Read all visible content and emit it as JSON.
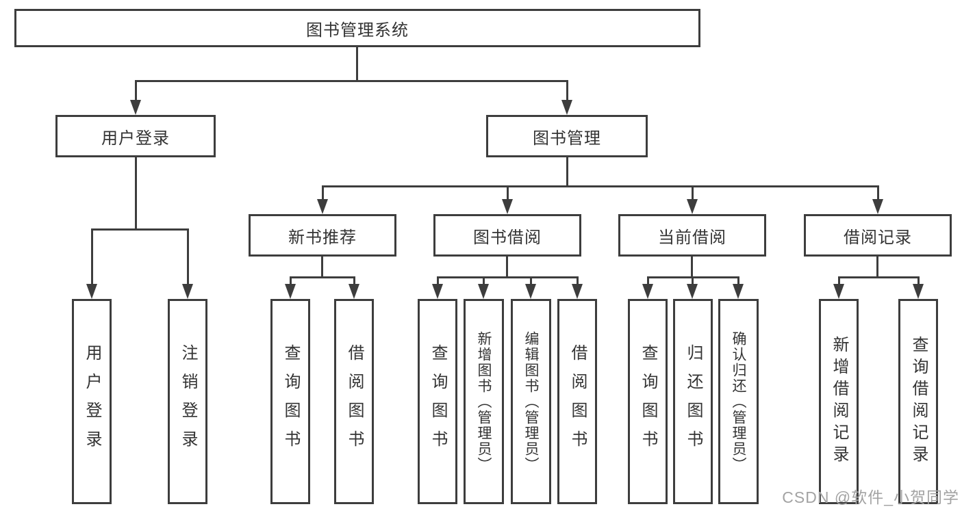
{
  "tree": {
    "root": {
      "label": "图书管理系统",
      "children": [
        {
          "label": "用户登录",
          "children": [
            {
              "label": "用户登录"
            },
            {
              "label": "注销登录"
            }
          ]
        },
        {
          "label": "图书管理",
          "children": [
            {
              "label": "新书推荐",
              "children": [
                {
                  "label": "查询图书"
                },
                {
                  "label": "借阅图书"
                }
              ]
            },
            {
              "label": "图书借阅",
              "children": [
                {
                  "label": "查询图书"
                },
                {
                  "label": "新增图书（管理员）"
                },
                {
                  "label": "编辑图书（管理员）"
                },
                {
                  "label": "借阅图书"
                }
              ]
            },
            {
              "label": "当前借阅",
              "children": [
                {
                  "label": "查询图书"
                },
                {
                  "label": "归还图书"
                },
                {
                  "label": "确认归还（管理员）"
                }
              ]
            },
            {
              "label": "借阅记录",
              "children": [
                {
                  "label": "新增借阅记录"
                },
                {
                  "label": "查询借阅记录"
                }
              ]
            }
          ]
        }
      ]
    }
  },
  "watermark": "CSDN @软件_小贺同学",
  "colors": {
    "line": "#3d3d3d",
    "text": "#333333",
    "watermark": "#a3a3a3",
    "background": "#ffffff"
  }
}
